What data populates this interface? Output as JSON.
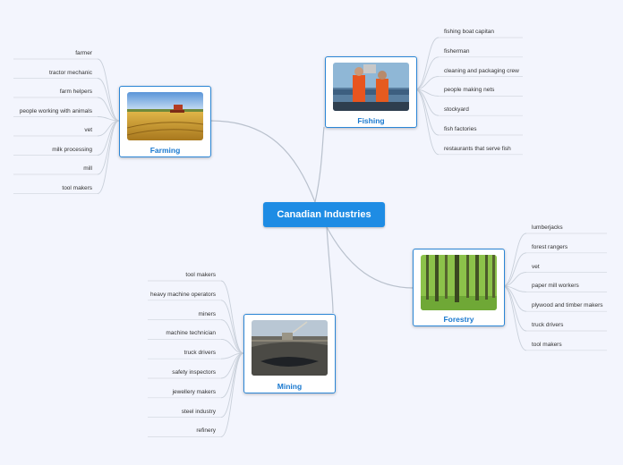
{
  "center": {
    "label": "Canadian Industries"
  },
  "branches": {
    "fishing": {
      "label": "Fishing",
      "photo": "fishermen-on-boat-photo",
      "leaves": [
        "fishing boat capitan",
        "fisherman",
        "cleaning and packaging crew",
        "people making nets",
        "stockyard",
        "fish factories",
        "restaurants  that serve fish"
      ]
    },
    "farming": {
      "label": "Farming",
      "photo": "wheat-field-harvester-photo",
      "leaves": [
        "farmer",
        "tractor mechanic",
        "farm helpers",
        "people working with animals",
        "vet",
        "milk  processing",
        "mill",
        "tool makers"
      ]
    },
    "forestry": {
      "label": "Forestry",
      "photo": "green-forest-photo",
      "leaves": [
        "lumberjacks",
        "forest rangers",
        "vet",
        "paper mill workers",
        "plywood and timber makers",
        "truck drivers",
        "tool makers"
      ]
    },
    "mining": {
      "label": "Mining",
      "photo": "open-pit-mine-photo",
      "leaves": [
        "tool makers",
        "heavy machine operators",
        "miners",
        "machine technician",
        "truck drivers",
        "safety inspectors",
        "jewellery makers",
        "steel industry",
        "refinery"
      ]
    }
  },
  "colors": {
    "accent": "#1e8ce4",
    "card_border": "#2b86d6",
    "connector": "#b8c0cc",
    "background": "#f3f5fd"
  }
}
